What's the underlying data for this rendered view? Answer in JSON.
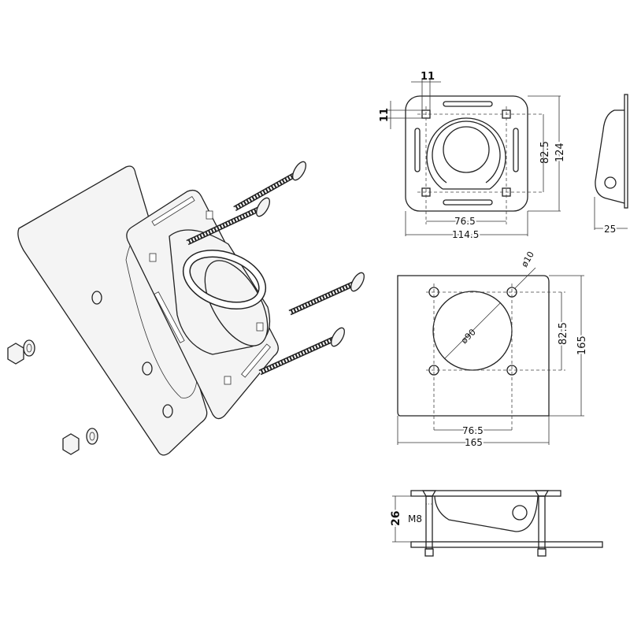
{
  "top_view": {
    "hole_size": "11",
    "hole_offset": "11",
    "hole_spacing_v": "82.5",
    "height": "124",
    "hole_spacing_h": "76.5",
    "width": "114.5"
  },
  "side_view": {
    "depth": "25"
  },
  "cutout_view": {
    "hole_diameter": "ø10",
    "cutout_diameter": "ø90",
    "hole_spacing_v": "82.5",
    "height": "165",
    "hole_spacing_h": "76.5",
    "width": "165"
  },
  "section_view": {
    "thickness": "26",
    "bolt": "M8"
  }
}
